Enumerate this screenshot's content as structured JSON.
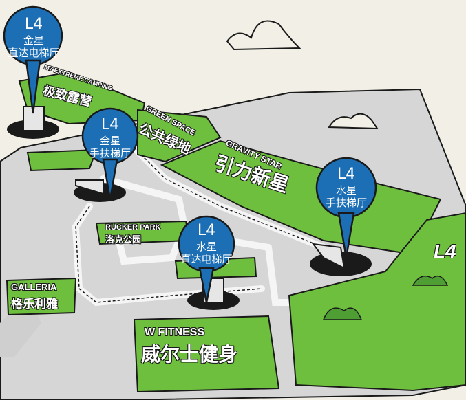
{
  "floor_label": "L4",
  "pins": [
    {
      "level": "L4",
      "line1": "金星",
      "line2": "直达电梯厅"
    },
    {
      "level": "L4",
      "line1": "金星",
      "line2": "手扶梯厅"
    },
    {
      "level": "L4",
      "line1": "水星",
      "line2": "直达电梯厅"
    },
    {
      "level": "L4",
      "line1": "水星",
      "line2": "手扶梯厅"
    }
  ],
  "zones": {
    "extreme": {
      "en": "M7 EXTREME CAMPING",
      "cn": "极致露营"
    },
    "green_space": {
      "en": "GREEN SPACE",
      "cn": "公共绿地"
    },
    "gravity": {
      "en": "GRAVITY STAR",
      "cn": "引力新星"
    },
    "rucker": {
      "en": "RUCKER PARK",
      "cn": "洛克公园"
    },
    "galleria": {
      "en": "GALLERIA",
      "cn": "格乐利雅"
    },
    "fitness": {
      "en": "W FITNESS",
      "cn": "威尔士健身"
    }
  },
  "colors": {
    "pin": "#1d6fb5",
    "green": "#6fbf3f",
    "floor": "#d9d9d9",
    "water": "#1e6bb0"
  }
}
